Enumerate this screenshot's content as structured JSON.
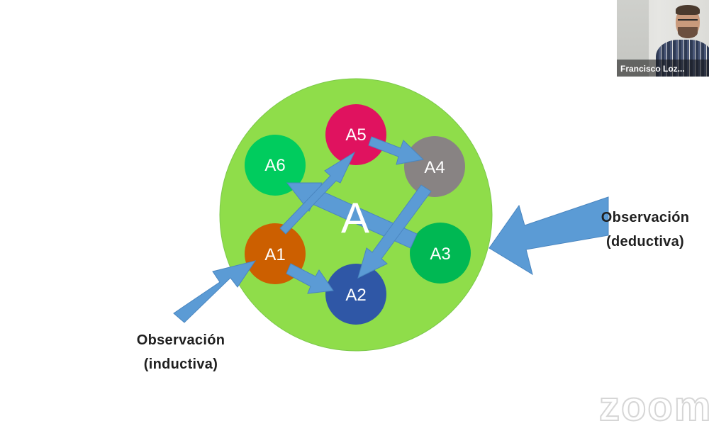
{
  "diagram": {
    "big_label": "A",
    "nodes": [
      {
        "id": "A5",
        "label": "A5",
        "color": "#e0125f"
      },
      {
        "id": "A4",
        "label": "A4",
        "color": "#888383"
      },
      {
        "id": "A6",
        "label": "A6",
        "color": "#00cc5e"
      },
      {
        "id": "A1",
        "label": "A1",
        "color": "#cc5f00"
      },
      {
        "id": "A3",
        "label": "A3",
        "color": "#00b853"
      },
      {
        "id": "A2",
        "label": "A2",
        "color": "#2f57a6"
      }
    ],
    "big_circle_color": "#8fdd4a",
    "arrow_color": "#5b9bd5"
  },
  "labels": {
    "inductive_line1": "Observación",
    "inductive_line2": "(inductiva)",
    "deductive_line1": "Observación",
    "deductive_line2": "(deductiva)"
  },
  "webcam": {
    "participant_name": "Francisco Loz..."
  },
  "watermark": {
    "text": "zoom"
  }
}
